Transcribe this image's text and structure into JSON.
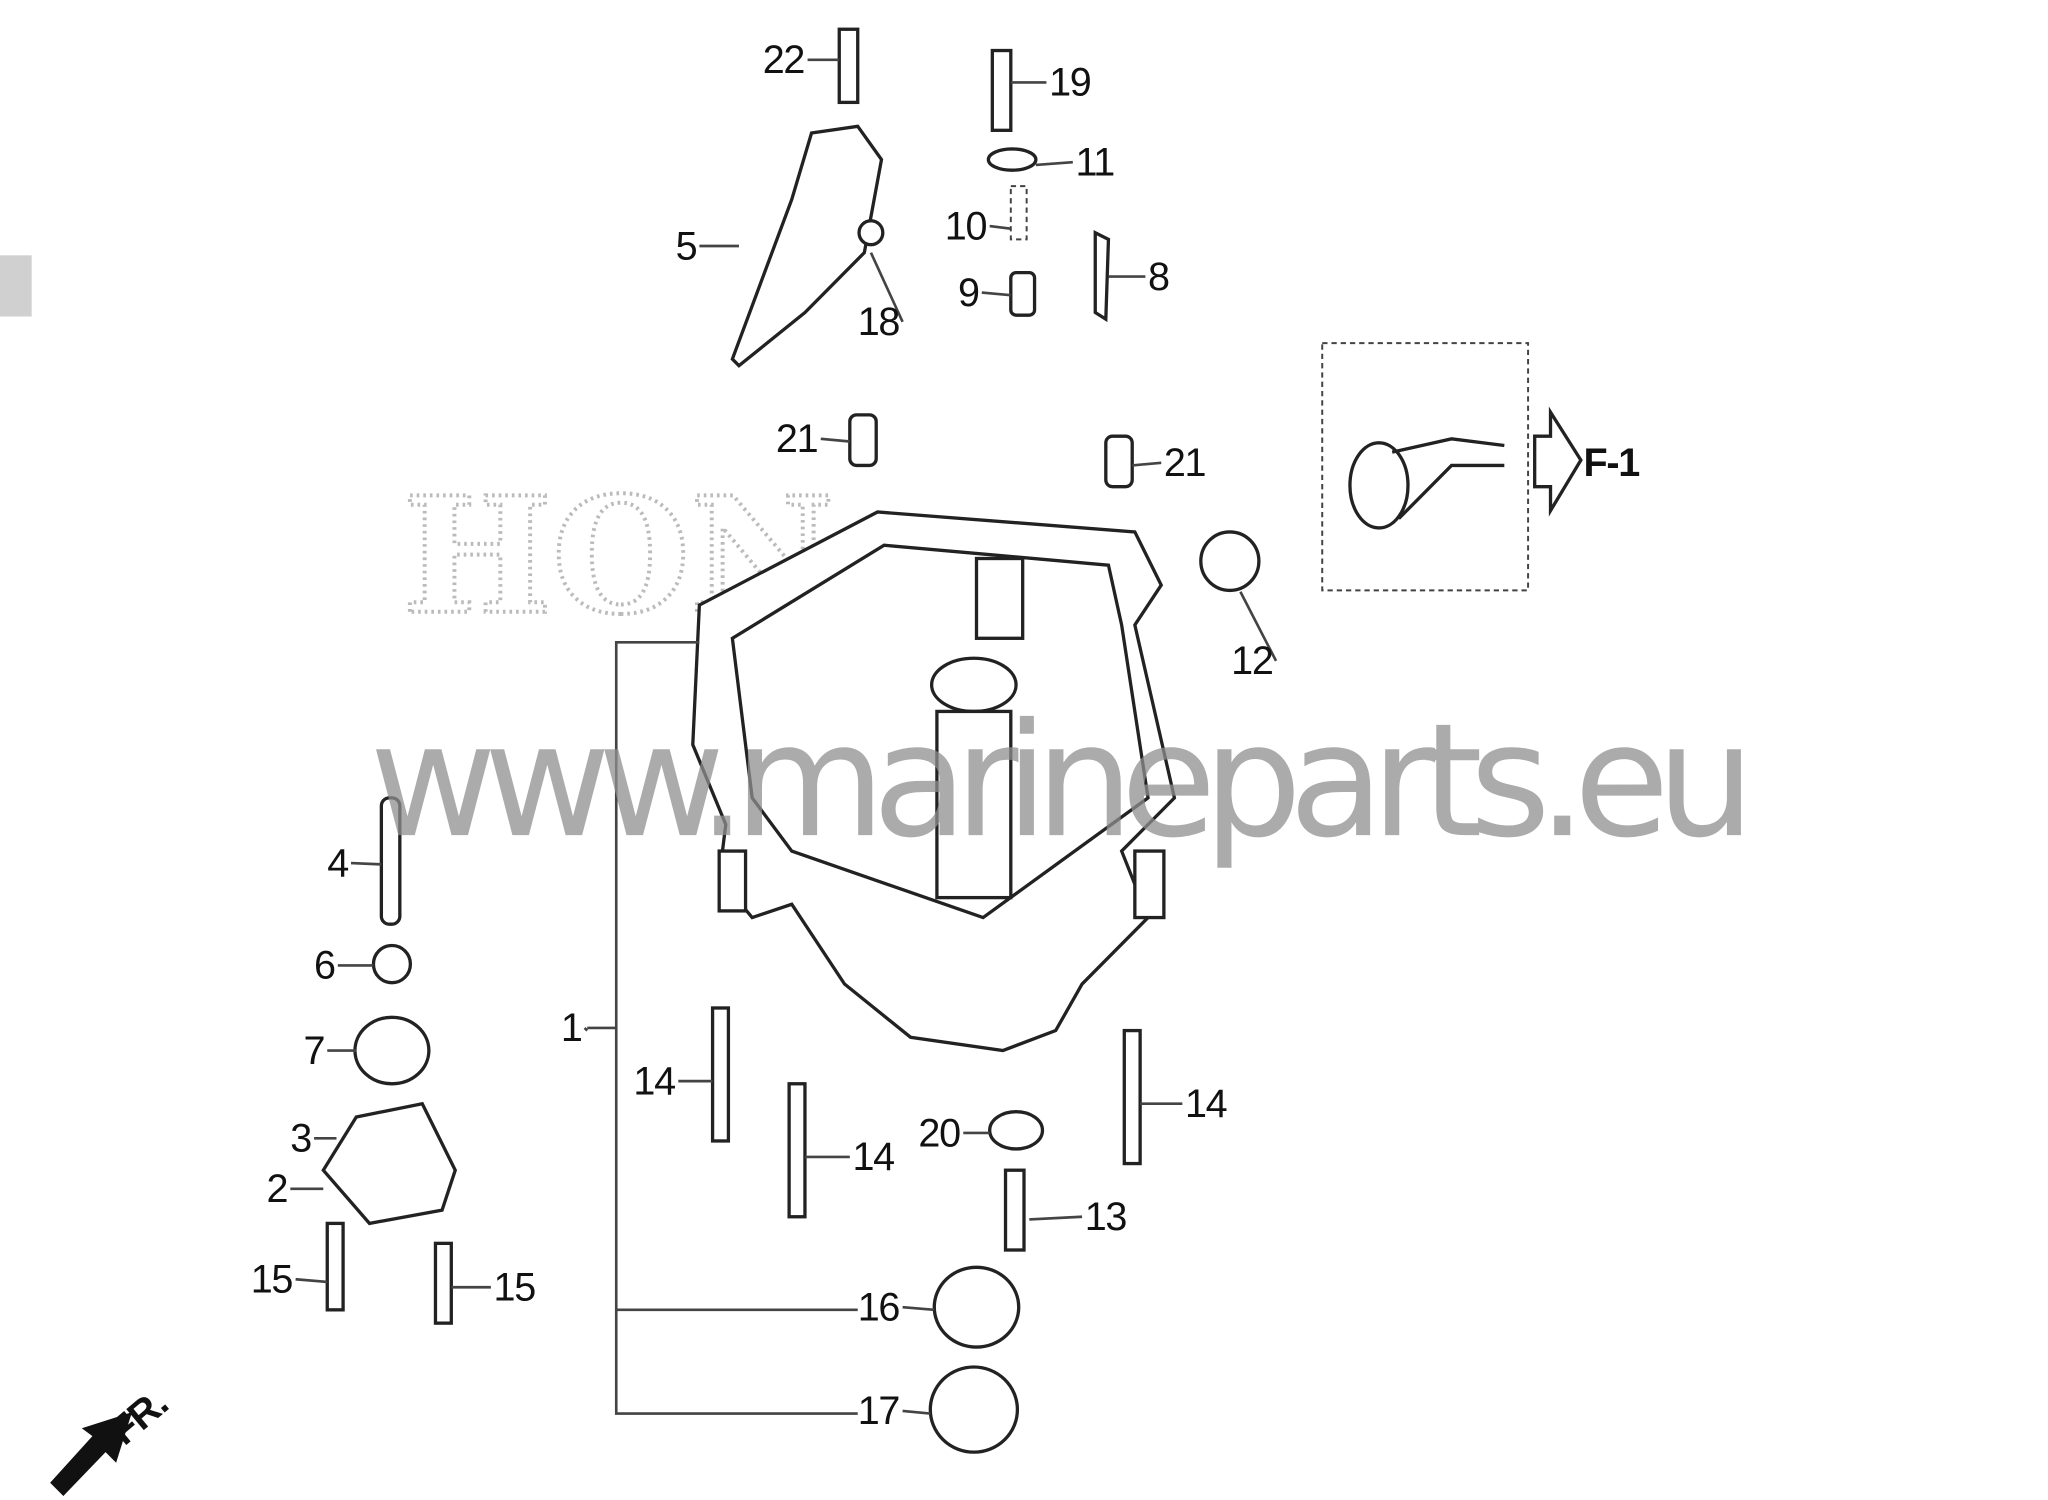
{
  "diagram": {
    "callouts": [
      "22",
      "19",
      "11",
      "10",
      "5",
      "18",
      "9",
      "8",
      "21",
      "21",
      "12",
      "4",
      "6",
      "7",
      "1",
      "14",
      "14",
      "14",
      "20",
      "3",
      "2",
      "13",
      "15",
      "15",
      "16",
      "17"
    ],
    "reference": "F-1",
    "front_marker": "FR.",
    "watermark": "www.marineparts.eu",
    "logo_watermark": "HONDA"
  }
}
